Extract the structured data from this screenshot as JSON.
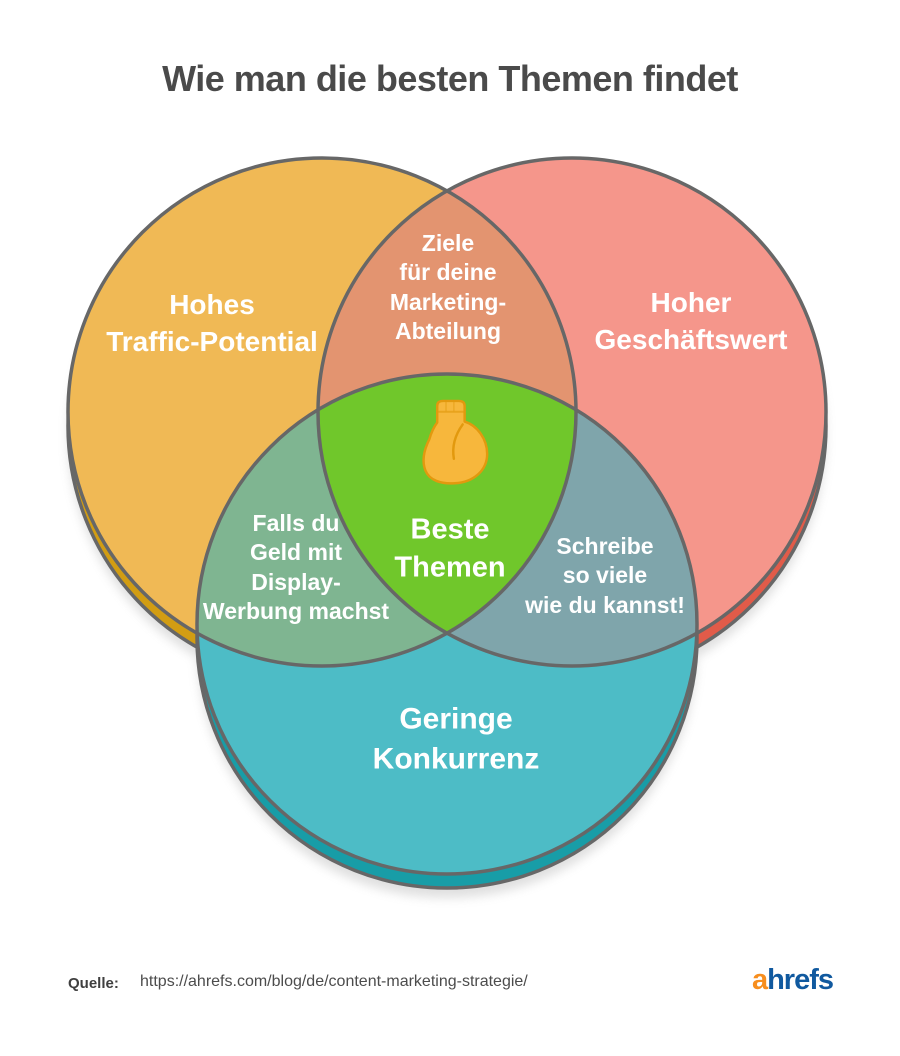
{
  "title": "Wie man die besten Themen findet",
  "venn": {
    "circle_traffic": {
      "label": "Hohes\nTraffic-Potential"
    },
    "circle_business": {
      "label": "Hoher\nGeschäftswert"
    },
    "circle_competition": {
      "label": "Geringe\nKonkurrenz"
    },
    "overlap_top": {
      "label": "Ziele\nfür deine\nMarketing-\nAbteilung"
    },
    "overlap_left": {
      "label": "Falls du\nGeld mit\nDisplay-\nWerbung machst"
    },
    "overlap_right": {
      "label": "Schreibe\nso viele\nwie du kannst!"
    },
    "center": {
      "label": "Beste\nThemen",
      "icon": "flexed-biceps-icon"
    }
  },
  "colors": {
    "traffic": "#F0B955",
    "traffic_dark": "#D29D13",
    "business": "#F5968B",
    "business_dark": "#E15B49",
    "competition": "#4DBCC6",
    "competition_dark": "#189DA7",
    "overlap_top": "#E39470",
    "overlap_left": "#7FB591",
    "overlap_right": "#7FA5AB",
    "center": "#70C72B",
    "outline": "#676767",
    "title_text": "#4A4A4A",
    "label_text": "#FFFFFF",
    "biceps_fill": "#F7B73C",
    "biceps_line": "#E2990E",
    "logo_a_color": "#F78E1E",
    "logo_rest_color": "#10599F"
  },
  "footer": {
    "source_label": "Quelle:",
    "source_url": "https://ahrefs.com/blog/de/content-marketing-strategie/",
    "logo_prefix": "a",
    "logo_suffix": "hrefs"
  }
}
